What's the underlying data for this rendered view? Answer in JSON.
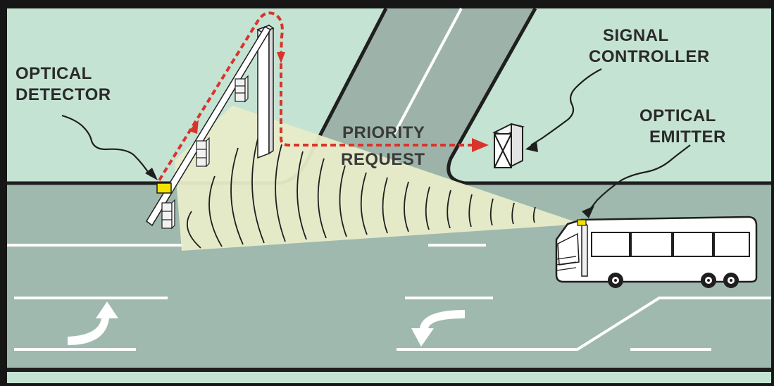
{
  "labels": {
    "optical_detector": [
      "OPTICAL",
      "DETECTOR"
    ],
    "signal_controller": [
      "SIGNAL",
      "CONTROLLER"
    ],
    "optical_emitter": [
      "OPTICAL",
      "EMITTER"
    ],
    "priority_request": [
      "PRIORITY",
      "REQUEST"
    ]
  },
  "colors": {
    "grass": "#c5e3d3",
    "road": "#9fb9ae",
    "cross_road": "#9db3aa",
    "curb": "#1f1f1f",
    "lane_marking": "#ffffff",
    "light_beam": "#e8ecc9",
    "signal_path": "#d9342b",
    "detector": "#f2e200",
    "frame": "#161616"
  },
  "icons": {
    "bus": "bus-icon",
    "signal_controller_box": "controller-cabinet-icon",
    "signal_heads": "traffic-signal-icon",
    "left_turn_arrow": "left-turn-arrow-icon",
    "right_turn_arrow": "right-turn-arrow-icon"
  }
}
